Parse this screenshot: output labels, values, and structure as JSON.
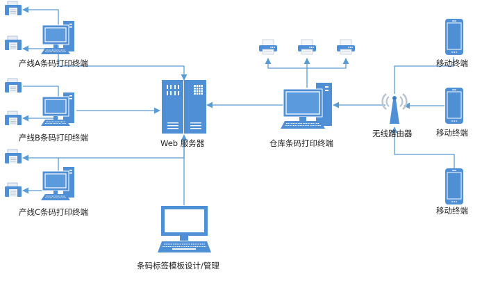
{
  "colors": {
    "primary": "#4f8fd6",
    "dark": "#3f7cc4",
    "line": "#5b9bd5",
    "paper": "#e9eef5",
    "wave": "#b9c4d2",
    "text": "#222222"
  },
  "nodes": {
    "line_a_terminal": "产线A条码打印终端",
    "line_b_terminal": "产线B条码打印终端",
    "line_c_terminal": "产线C条码打印终端",
    "web_server": "Web 服务器",
    "warehouse_terminal": "仓库条码打印终端",
    "wireless_router": "无线路由器",
    "mobile_1": "移动终端",
    "mobile_2": "移动终端",
    "mobile_3": "移动终端",
    "template_design": "条码标签模板设计/管理"
  },
  "edges": [
    {
      "from": "line_a_terminal",
      "to": "printer_a1"
    },
    {
      "from": "line_a_terminal",
      "to": "printer_a2"
    },
    {
      "from": "line_b_terminal",
      "to": "printer_b1"
    },
    {
      "from": "line_b_terminal",
      "to": "printer_b2"
    },
    {
      "from": "line_c_terminal",
      "to": "printer_c1"
    },
    {
      "from": "line_c_terminal",
      "to": "printer_c2"
    },
    {
      "from": "line_a_terminal",
      "to": "web_server"
    },
    {
      "from": "line_b_terminal",
      "to": "web_server"
    },
    {
      "from": "line_c_terminal",
      "to": "web_server"
    },
    {
      "from": "template_design",
      "to": "web_server"
    },
    {
      "from": "warehouse_terminal",
      "to": "web_server"
    },
    {
      "from": "warehouse_terminal",
      "to": "printer_w1"
    },
    {
      "from": "warehouse_terminal",
      "to": "printer_w2"
    },
    {
      "from": "warehouse_terminal",
      "to": "printer_w3"
    },
    {
      "from": "wireless_router",
      "to": "warehouse_terminal"
    },
    {
      "from": "mobile_1",
      "to": "wireless_router"
    },
    {
      "from": "mobile_2",
      "to": "wireless_router"
    },
    {
      "from": "mobile_3",
      "to": "wireless_router"
    }
  ]
}
